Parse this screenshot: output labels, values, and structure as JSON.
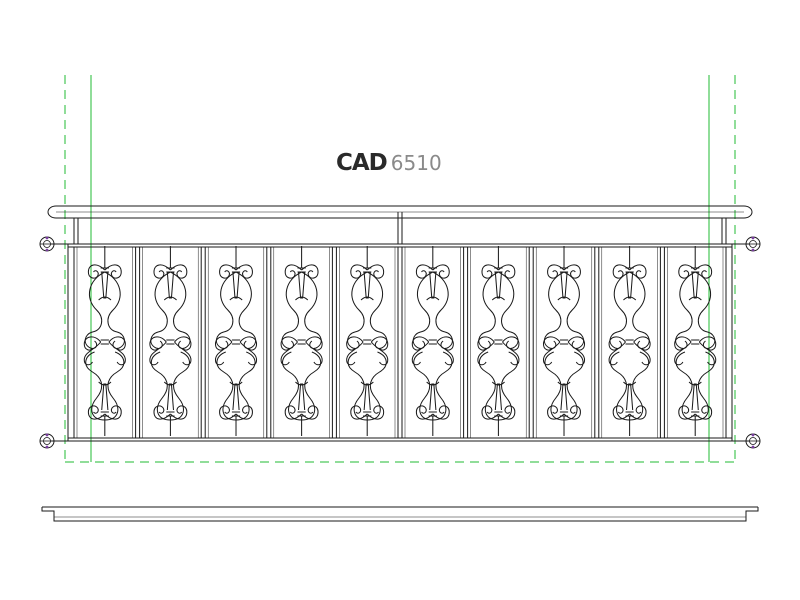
{
  "drawing": {
    "watermark_brand": "CAD",
    "watermark_code": "6510",
    "panel_count": 10,
    "colors": {
      "line": "#1a1a1a",
      "guide": "#22bb33",
      "anchor": "#7a3fa0",
      "background": "#ffffff"
    }
  }
}
